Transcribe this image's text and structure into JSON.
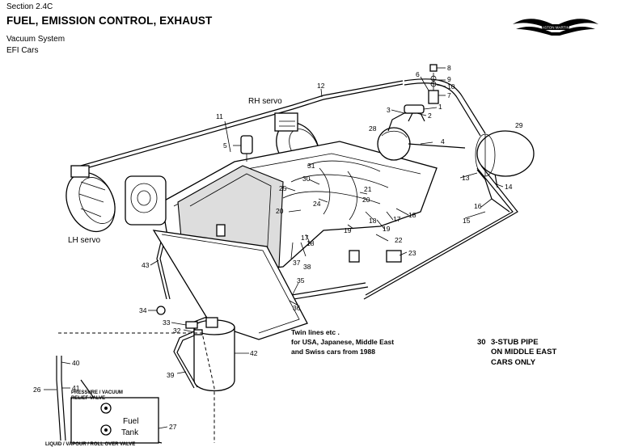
{
  "header": {
    "section": "Section 2.4C",
    "title": "FUEL, EMISSION CONTROL, EXHAUST",
    "subtitle": "Vacuum System",
    "subtitle2": "EFI  Cars"
  },
  "logo_text": "ASTON MARTIN",
  "labels": {
    "rh_servo": "RH servo",
    "lh_servo": "LH servo",
    "fuel": "Fuel",
    "tank": "Tank",
    "pressure_valve_1": "PRESSURE / VACUUM",
    "pressure_valve_2": "RELIEF VALVE",
    "rollover_valve": "LIQUID / VAPOUR / ROLL OVER VALVE"
  },
  "notes": {
    "twin_lines": [
      "Twin lines etc .",
      "for USA, Japanese, Middle East",
      "and Swiss cars from 1988"
    ],
    "stub_number": "30",
    "stub_pipe": [
      "3-STUB PIPE",
      "ON MIDDLE EAST",
      "CARS ONLY"
    ]
  },
  "callouts": {
    "n1": "1",
    "n2": "2",
    "n3": "3",
    "n4": "4",
    "n5": "5",
    "n6": "6",
    "n7": "7",
    "n8": "8",
    "n9": "9",
    "n10": "10",
    "n11": "11",
    "n12": "12",
    "n13": "13",
    "n14": "14",
    "n15": "15",
    "n16": "16",
    "n17": "17",
    "n18a": "18",
    "n18b": "18",
    "n19a": "19",
    "n19b": "19",
    "n20a": "20",
    "n20b": "20",
    "n21": "21",
    "n22": "22",
    "n23": "23",
    "n24": "24",
    "n25": "25",
    "n26": "26",
    "n27": "27",
    "n28": "28",
    "n29": "29",
    "n30": "30",
    "n31": "31",
    "n32": "32",
    "n33": "33",
    "n34": "34",
    "n35": "35",
    "n36": "36",
    "n37": "37",
    "n38": "38",
    "n39": "39",
    "n40": "40",
    "n41": "41",
    "n42": "42",
    "n43": "43"
  }
}
